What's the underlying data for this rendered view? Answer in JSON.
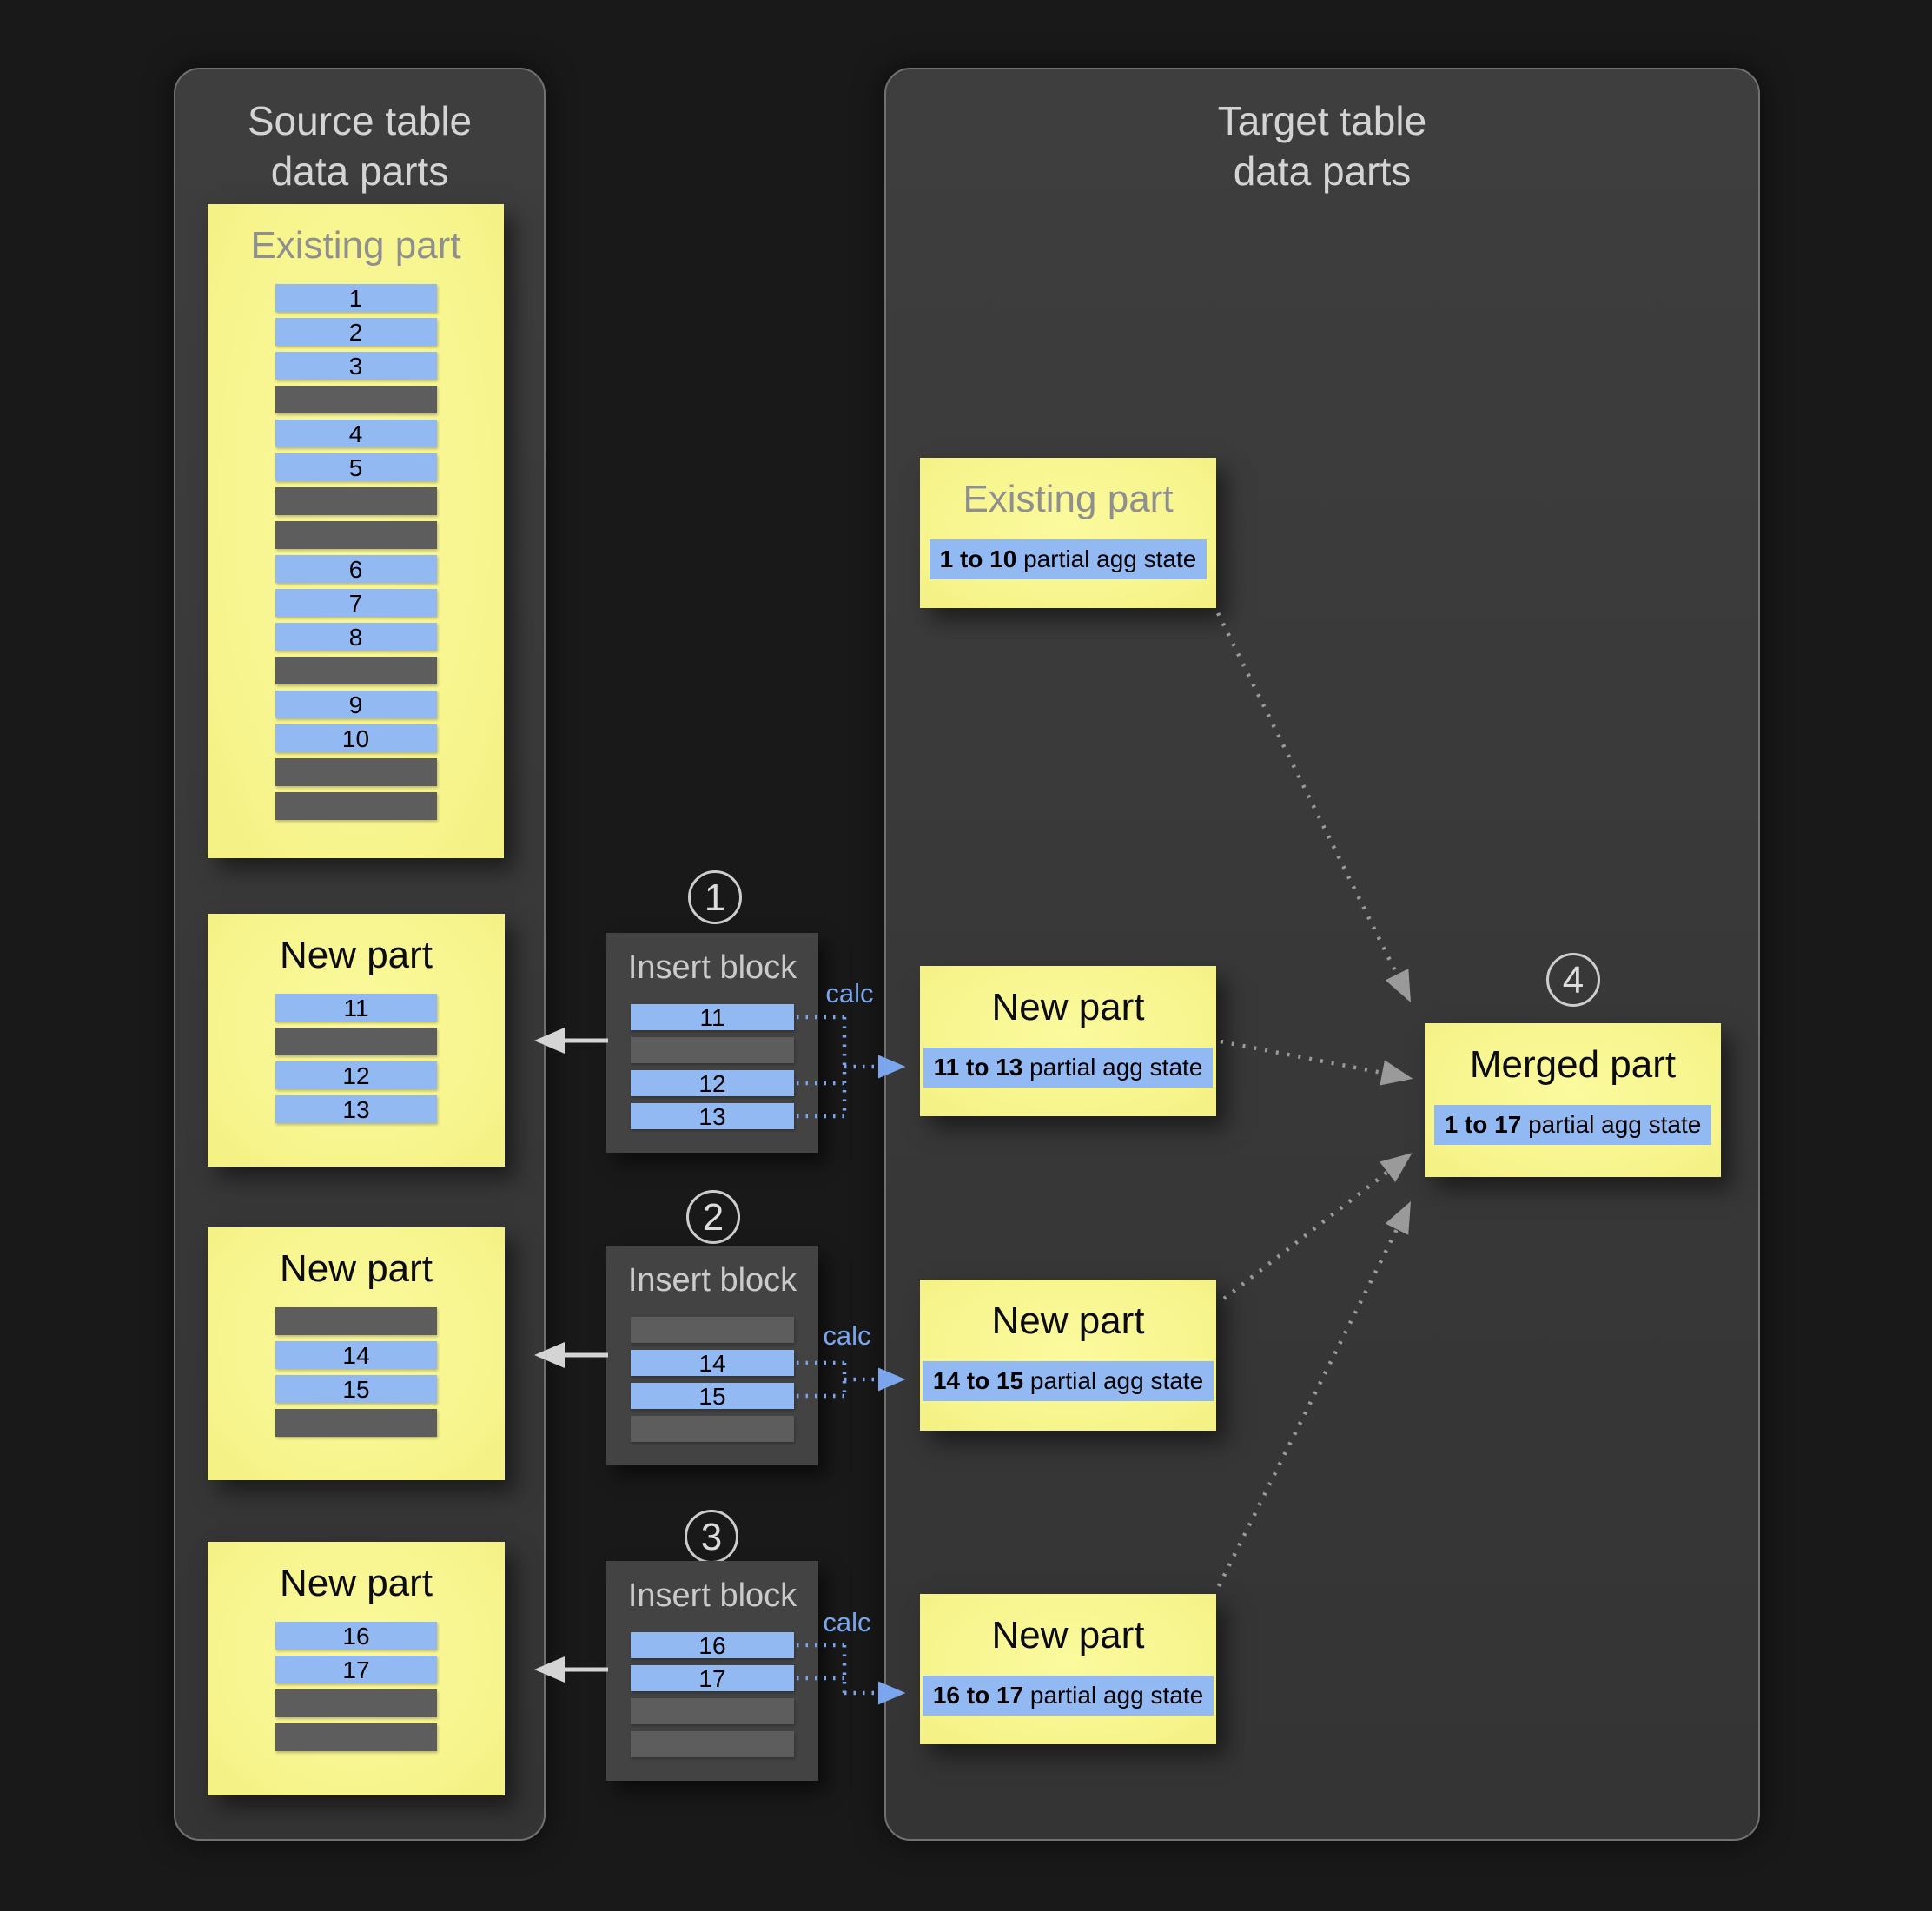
{
  "source_panel": {
    "title_line1": "Source table",
    "title_line2": "data parts",
    "existing_part": {
      "title": "Existing part",
      "rows": [
        "1",
        "2",
        "3",
        null,
        "4",
        "5",
        null,
        null,
        "6",
        "7",
        "8",
        null,
        "9",
        "10",
        null,
        null
      ]
    },
    "new_parts": [
      {
        "title": "New part",
        "rows": [
          "11",
          null,
          "12",
          "13"
        ]
      },
      {
        "title": "New part",
        "rows": [
          null,
          "14",
          "15",
          null
        ]
      },
      {
        "title": "New part",
        "rows": [
          "16",
          "17",
          null,
          null
        ]
      }
    ]
  },
  "insert_blocks": [
    {
      "step": "1",
      "title": "Insert block",
      "calc_label": "calc",
      "rows": [
        "11",
        null,
        "12",
        "13"
      ]
    },
    {
      "step": "2",
      "title": "Insert block",
      "calc_label": "calc",
      "rows": [
        null,
        "14",
        "15",
        null
      ]
    },
    {
      "step": "3",
      "title": "Insert block",
      "calc_label": "calc",
      "rows": [
        "16",
        "17",
        null,
        null
      ]
    }
  ],
  "target_panel": {
    "title_line1": "Target table",
    "title_line2": "data parts",
    "existing_part": {
      "title": "Existing part",
      "agg_range": "1 to 10",
      "agg_suffix": " partial agg state"
    },
    "new_parts": [
      {
        "title": "New part",
        "agg_range": "11 to 13",
        "agg_suffix": " partial agg state"
      },
      {
        "title": "New part",
        "agg_range": "14 to 15",
        "agg_suffix": " partial agg state"
      },
      {
        "title": "New part",
        "agg_range": "16 to 17",
        "agg_suffix": " partial agg state"
      }
    ],
    "merged_part": {
      "step": "4",
      "title": "Merged part",
      "agg_range": "1 to 17",
      "agg_suffix": " partial agg state"
    }
  },
  "colors": {
    "background": "#191919",
    "panel": "#3a3a3a",
    "panel_border": "#717171",
    "part_yellow": "#f7f58e",
    "row_blue": "#93b9f3",
    "row_gray": "#5d5d5d",
    "insert_block_gray": "#434343",
    "calc_blue": "#7ba6ee",
    "muted_title_gray": "#8f8f8f",
    "dotted_arrow_gray": "#9a9a9a",
    "solid_arrow_gray": "#d4d4d4"
  }
}
